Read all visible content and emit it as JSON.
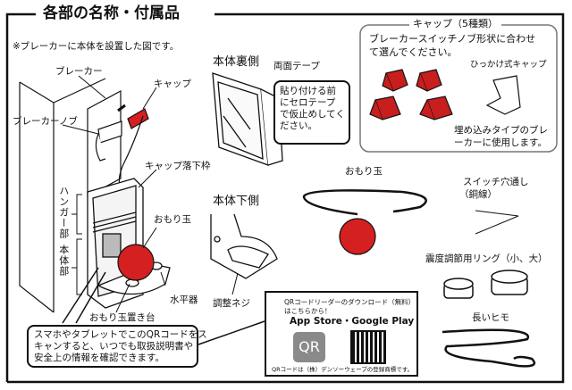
{
  "title": "各部の名称・付属品",
  "note": "※ブレーカーに本体を設置した図です。",
  "labels": {
    "breaker": "ブレーカー",
    "cap": "キャップ",
    "breaker_knob": "ブレーカーノブ",
    "cap_drop_frame": "キャップ落下枠",
    "hanger": "ハンガー部",
    "body": "本体部",
    "weight_ball": "おもり玉",
    "level": "水平器",
    "ball_stand": "おもり玉置き台",
    "adjust_screw": "調整ネジ",
    "back_side": "本体裏側",
    "double_tape": "両面テープ",
    "bottom_side": "本体下側"
  },
  "tape_note": [
    "貼り付ける前",
    "にセロテープ",
    "で仮止めしてく",
    "ださい。"
  ],
  "cap_box": {
    "title": "キャップ（5種類）",
    "desc": [
      "ブレーカースイッチノブ形状に合わせ",
      "て選んでください。"
    ],
    "hook_cap": "ひっかけ式キャップ",
    "hook_note": [
      "埋め込みタイプのブレ",
      "ーカーに使用します。"
    ]
  },
  "accessories": {
    "weight_ball": "おもり玉",
    "switch_wire": "スイッチ穴通し",
    "switch_wire_sub": "（銅線）",
    "rings": "震度調節用リング（小、大）",
    "long_string": "長いヒモ"
  },
  "qr_bubble": [
    "スマホやタブレットでこのQRコードをス",
    "キャンすると、いつでも取扱説明書や",
    "安全上の情報を確認できます。"
  ],
  "qr_box": {
    "line1": "QRコードリーダーのダウンロード（無料）",
    "line2": "はこちらから！",
    "stores": "App Store・Google Play",
    "logo": "QR",
    "trademark": "QRコードは（株）デンソーウェーブの登録商標です。"
  },
  "colors": {
    "red": "#d42020",
    "gray": "#8a8a8a"
  }
}
